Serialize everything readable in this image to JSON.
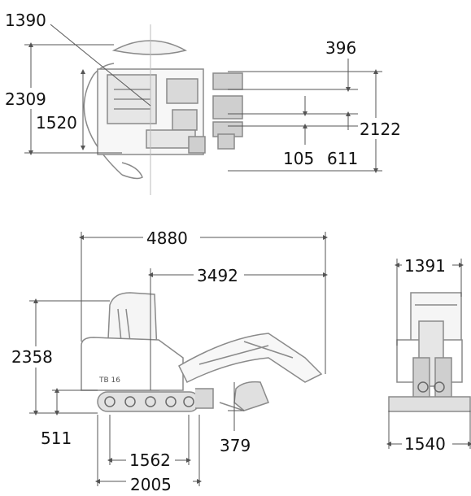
{
  "dimensions": {
    "top_view": {
      "d1390": "1390",
      "d396": "396",
      "d2309": "2309",
      "d1520": "1520",
      "d2122": "2122",
      "d105": "105",
      "d611": "611"
    },
    "side_view": {
      "d4880": "4880",
      "d3492": "3492",
      "d2358": "2358",
      "d511": "511",
      "d1562": "1562",
      "d379": "379",
      "d2005": "2005"
    },
    "front_view": {
      "d1391": "1391",
      "d1540": "1540"
    }
  },
  "colors": {
    "line": "#8a8a8a",
    "dim_line": "#555555",
    "text": "#111111",
    "shade": "#d9d9d9",
    "dark": "#6a6a6a"
  }
}
